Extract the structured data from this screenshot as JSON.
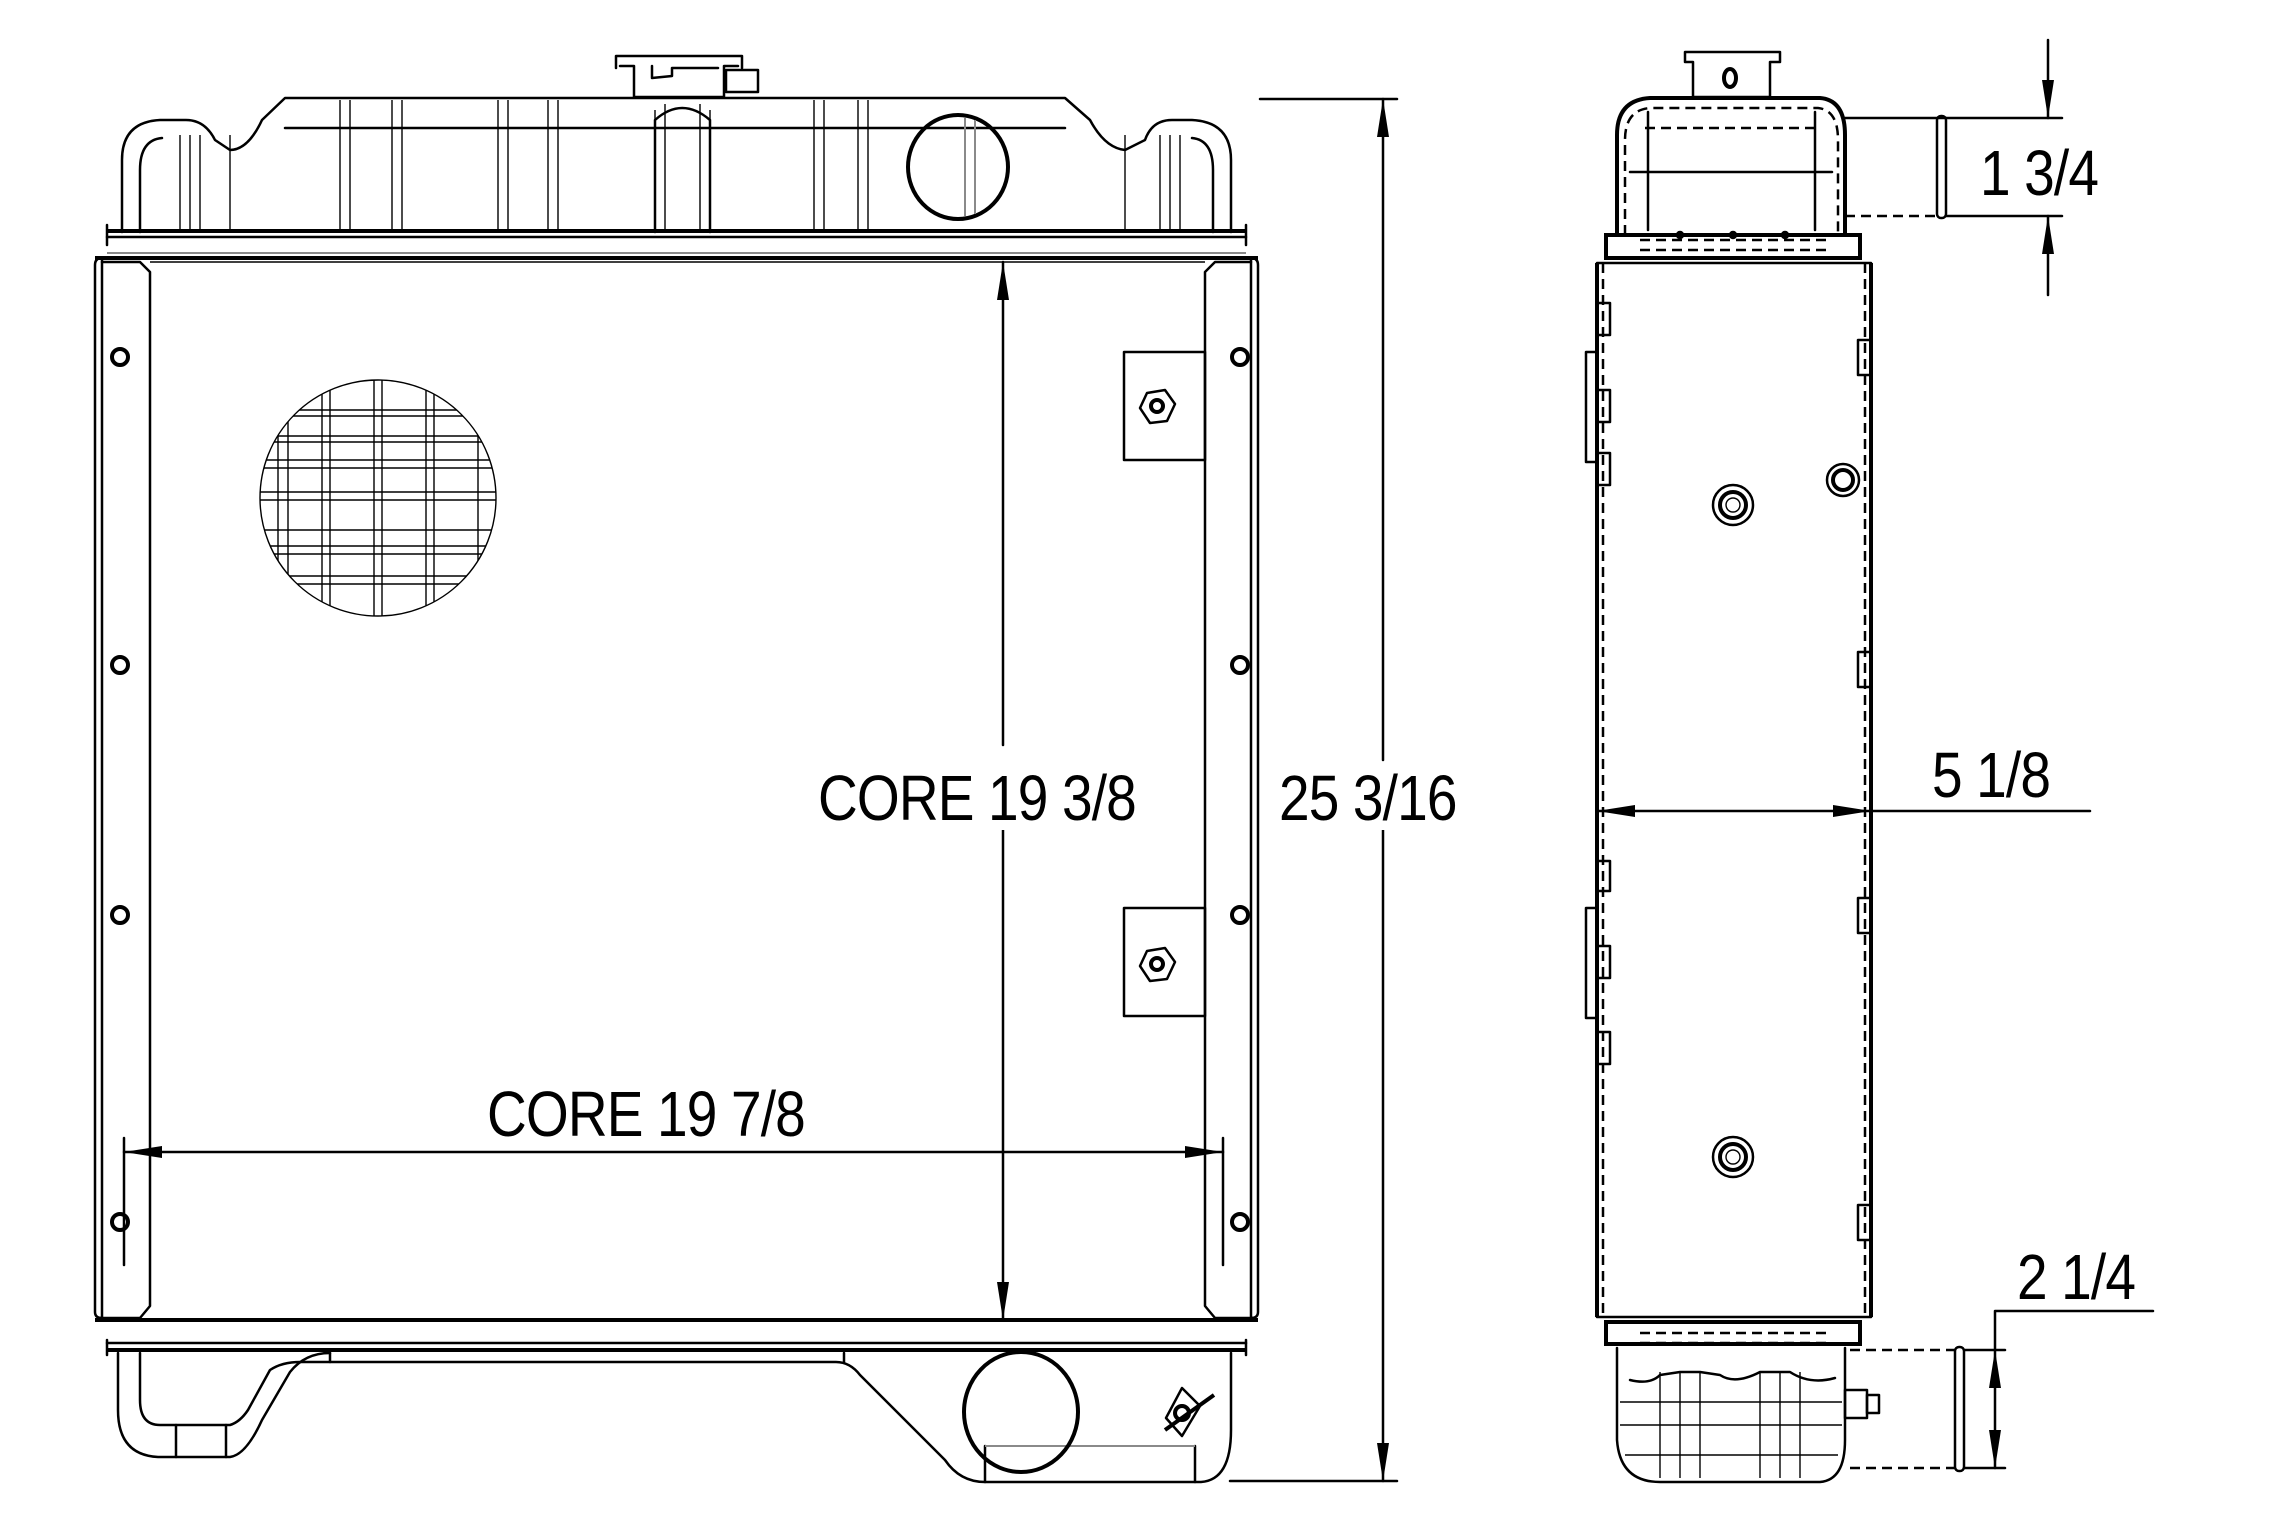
{
  "drawing": {
    "title": "Radiator dimensional drawing",
    "views": [
      "front-view",
      "side-view"
    ],
    "colors": {
      "line": "#000000",
      "background": "#ffffff",
      "hidden_line": "#8a8a8a"
    }
  },
  "dimensions": {
    "core_height": {
      "label": "CORE 19 3/8",
      "value": "19 3/8"
    },
    "overall_height": {
      "label": "25 3/16",
      "value": "25 3/16"
    },
    "core_width": {
      "label": "CORE 19 7/8",
      "value": "19 7/8"
    },
    "core_depth": {
      "label": "5 1/8",
      "value": "5 1/8"
    },
    "inlet_diameter": {
      "label": "1 3/4",
      "value": "1 3/4"
    },
    "outlet_diameter": {
      "label": "2 1/4",
      "value": "2 1/4"
    }
  },
  "icons": {
    "filler_cap": "filler-cap-icon",
    "drain_cock": "drain-cock-icon",
    "mesh_screen": "mesh-screen-icon",
    "mount_nut": "hex-nut-icon"
  }
}
